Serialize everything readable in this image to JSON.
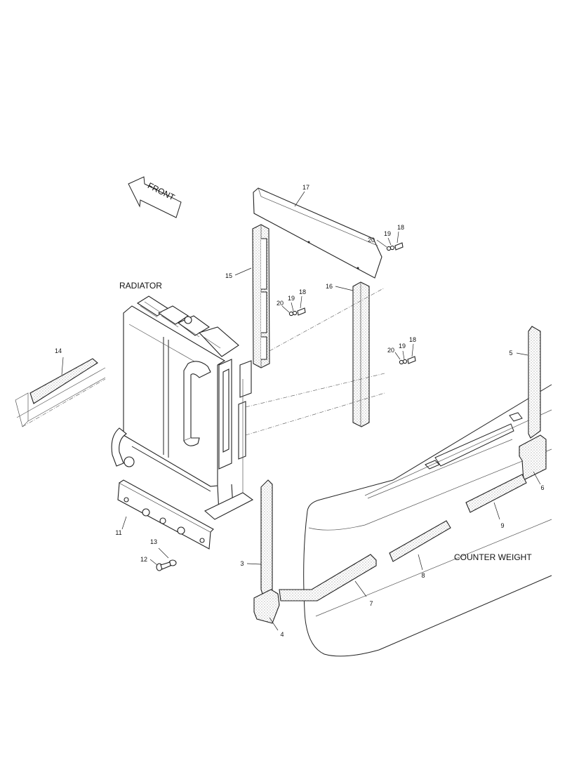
{
  "labels": {
    "front": "FRONT",
    "radiator": "RADIATOR",
    "counter_weight": "COUNTER WEIGHT"
  },
  "callouts": {
    "p3": "3",
    "p4": "4",
    "p5": "5",
    "p6": "6",
    "p7": "7",
    "p8": "8",
    "p9": "9",
    "p11": "11",
    "p12": "12",
    "p13": "13",
    "p14": "14",
    "p15": "15",
    "p16": "16",
    "p17": "17",
    "a18": "18",
    "a19": "19",
    "a20": "20",
    "b18": "18",
    "b19": "19",
    "b20": "20",
    "c18": "18",
    "c19": "19",
    "c20": "20"
  }
}
